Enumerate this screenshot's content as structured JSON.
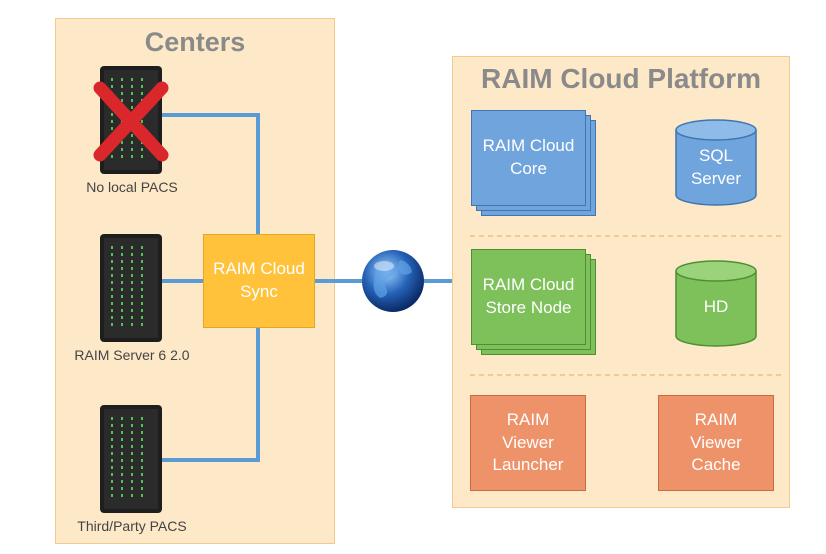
{
  "centers": {
    "title": "Centers",
    "servers": [
      {
        "caption": "No local PACS"
      },
      {
        "caption": "RAIM Server 6 2.0"
      },
      {
        "caption": "Third/Party PACS"
      }
    ],
    "sync_label": "RAIM Cloud\nSync"
  },
  "platform": {
    "title": "RAIM Cloud Platform",
    "core_label": "RAIM Cloud\nCore",
    "sql_label": "SQL\nServer",
    "store_label": "RAIM Cloud\nStore Node",
    "hd_label": "HD",
    "launcher_label": "RAIM\nViewer\nLauncher",
    "cache_label": "RAIM\nViewer\nCache"
  },
  "colors": {
    "panel_fill": "#fde9c8",
    "connector": "#5b9bd5",
    "sync": "#ffc23a",
    "core": "#70a4dc",
    "store": "#7ec05a",
    "viewer": "#ee926a"
  }
}
